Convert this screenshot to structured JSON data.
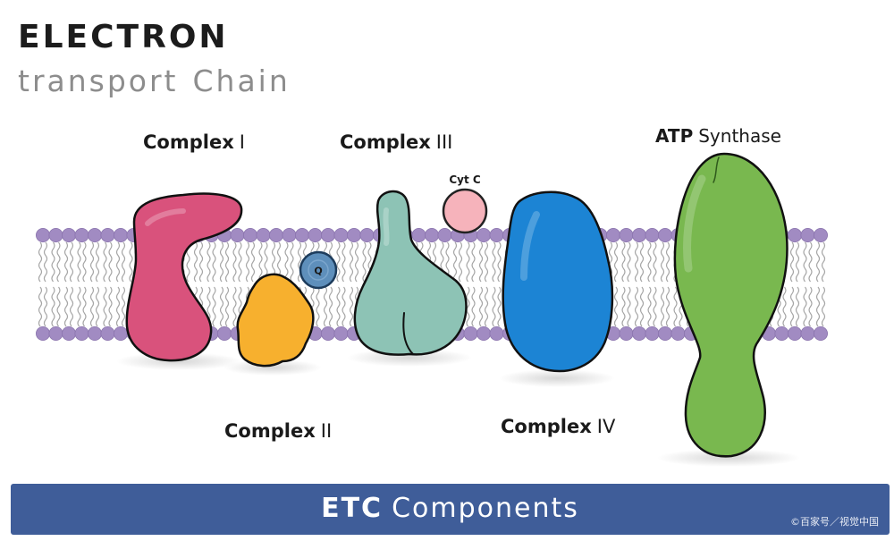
{
  "title": {
    "line1": "ELECTRON",
    "line2_word1": "transport",
    "line2_word2": "Chain"
  },
  "labels": {
    "complex1": {
      "bold": "Complex",
      "numeral": "I"
    },
    "complex2": {
      "bold": "Complex",
      "numeral": "II"
    },
    "complex3": {
      "bold": "Complex",
      "numeral": "III"
    },
    "complex4": {
      "bold": "Complex",
      "numeral": "IV"
    },
    "cytc": "Cyt C",
    "q": "Q",
    "atp": {
      "bold": "ATP",
      "rest": "Synthase"
    }
  },
  "banner": {
    "bold": "ETC",
    "rest": "Components",
    "color": "#3f5d99"
  },
  "credit": "©百家号／视觉中国",
  "colors": {
    "complex1": "#d9527c",
    "complex2": "#f7b02e",
    "complex3": "#8dc3b5",
    "complex4": "#1c84d4",
    "cytc": "#f6b3bb",
    "q": "#5e8fbb",
    "atp": "#79b84f",
    "membrane_head": "#a18bc2"
  }
}
